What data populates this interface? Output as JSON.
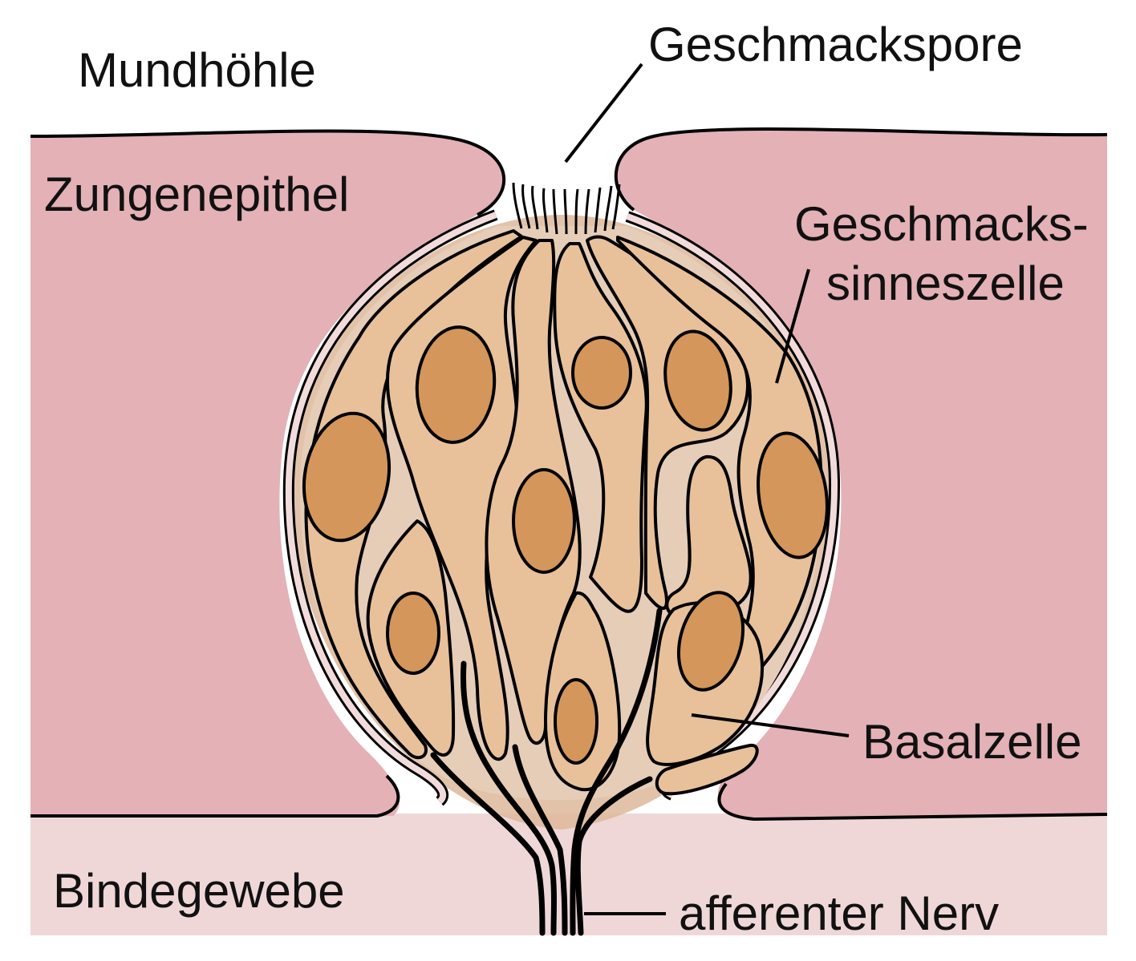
{
  "labels": {
    "mundhoehle": "Mundhöhle",
    "geschmackspore": "Geschmackspore",
    "zungenepithel": "Zungenepithel",
    "geschmackssinneszelle_1": "Geschmacks-",
    "geschmackssinneszelle_2": "sinneszelle",
    "basalzelle": "Basalzelle",
    "bindegewebe": "Bindegewebe",
    "afferenter_nerv": "afferenter Nerv"
  },
  "colors": {
    "epithelium": "#e3b1b6",
    "connective_tissue": "#efd7d8",
    "taste_bud_halo": "#ddb99a",
    "cell": "#e8c19a",
    "interstitial": "#e6cdb8",
    "nucleus": "#d4965a",
    "outline": "#000000"
  }
}
